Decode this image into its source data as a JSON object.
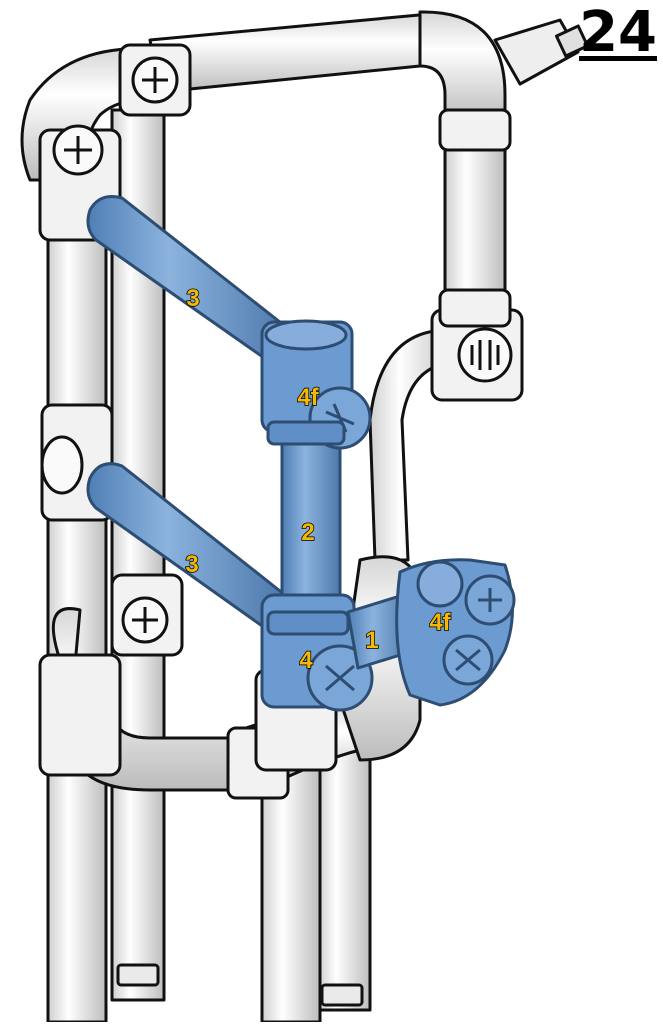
{
  "step_number": "24",
  "colors": {
    "new_part": "#6b9bd0",
    "new_part_stroke": "#2e4d73",
    "existing_part": "#f4f4f4",
    "existing_stroke": "#111111",
    "label_fill": "#f6b800",
    "label_stroke": "#000000"
  },
  "labels": {
    "rod_top": "3",
    "connector_upper": "4f",
    "rod_vertical": "2",
    "rod_lower": "3",
    "connector_lower": "4",
    "rod_short": "1",
    "connector_right": "4f"
  }
}
